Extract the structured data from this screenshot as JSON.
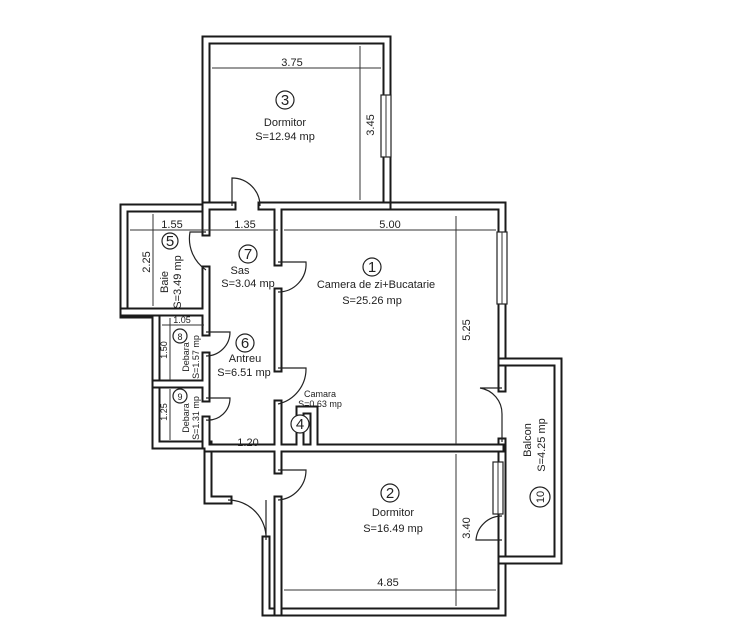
{
  "rooms": [
    {
      "number": "1",
      "name": "Camera de zi+Bucatarie",
      "area": "S=25.26 mp"
    },
    {
      "number": "2",
      "name": "Dormitor",
      "area": "S=16.49 mp"
    },
    {
      "number": "3",
      "name": "Dormitor",
      "area": "S=12.94 mp"
    },
    {
      "number": "4",
      "name": "Camara",
      "area": "S=0.63 mp"
    },
    {
      "number": "5",
      "name": "Baie",
      "area": "S=3.49 mp"
    },
    {
      "number": "6",
      "name": "Antreu",
      "area": "S=6.51 mp"
    },
    {
      "number": "7",
      "name": "Sas",
      "area": "S=3.04 mp"
    },
    {
      "number": "8",
      "name": "Debara",
      "area": "S=1.57 mp"
    },
    {
      "number": "9",
      "name": "Debara",
      "area": "S=1.31 mp"
    },
    {
      "number": "10",
      "name": "Balcon",
      "area": "S=4.25 mp"
    }
  ],
  "dimensions": {
    "d3_width": "3.75",
    "d3_height": "3.45",
    "baie_width": "1.55",
    "baie_height": "2.25",
    "sas_width": "1.35",
    "living_width": "5.00",
    "living_height": "5.25",
    "deb8_width": "1.05",
    "deb8_height": "1.50",
    "deb9_height": "1.25",
    "antreu_width": "1.20",
    "d2_width": "4.85",
    "d2_height": "3.40"
  }
}
